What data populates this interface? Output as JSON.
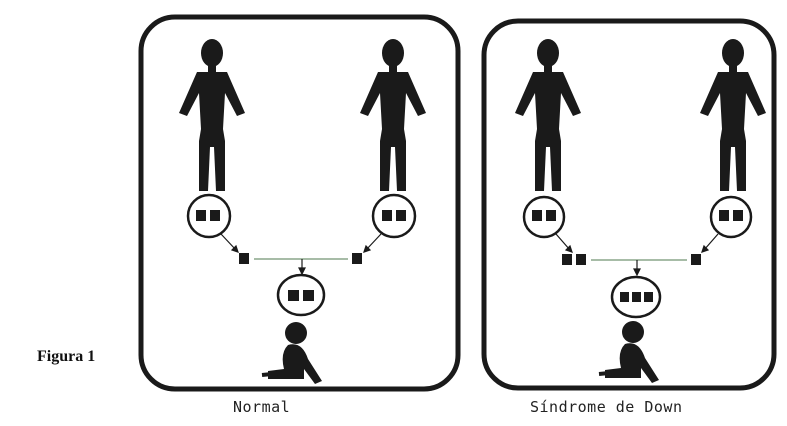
{
  "figure": {
    "caption": "Figura 1"
  },
  "panels": [
    {
      "id": "normal",
      "label": "Normal",
      "offspring_chromosomes": 2,
      "parent1_gamete_chromosomes": 1,
      "parent2_gamete_chromosomes": 1
    },
    {
      "id": "down",
      "label": "Síndrome de Down",
      "offspring_chromosomes": 3,
      "parent1_gamete_chromosomes": 2,
      "parent2_gamete_chromosomes": 1
    }
  ],
  "colors": {
    "ink": "#1a1a1a",
    "background": "#ffffff",
    "line": "#8aa58a"
  },
  "icons": [
    "adult-figure-icon",
    "baby-figure-icon",
    "chromosome-square-icon"
  ]
}
